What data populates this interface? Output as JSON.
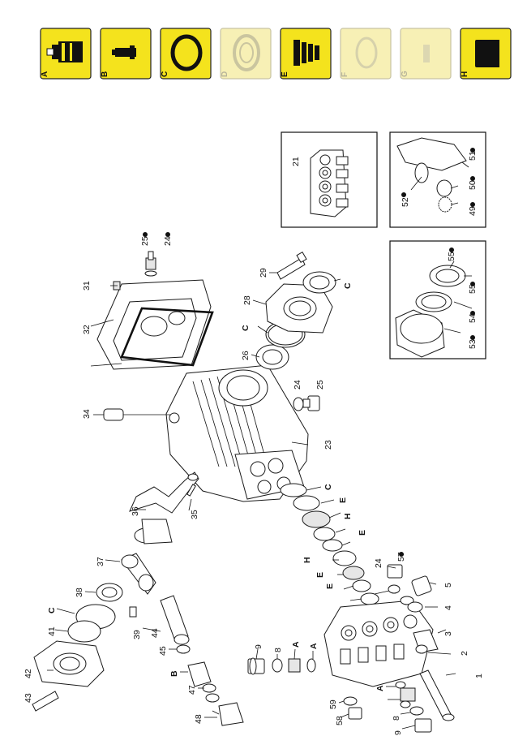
{
  "kits": [
    {
      "letter": "A",
      "active": true,
      "icon": "valve-assembly-icon"
    },
    {
      "letter": "B",
      "active": true,
      "icon": "piston-rod-icon"
    },
    {
      "letter": "C",
      "active": true,
      "icon": "o-ring-icon"
    },
    {
      "letter": "D",
      "active": false,
      "icon": "bearing-icon"
    },
    {
      "letter": "E",
      "active": true,
      "icon": "seal-pack-icon"
    },
    {
      "letter": "F",
      "active": false,
      "icon": "ring-icon"
    },
    {
      "letter": "G",
      "active": false,
      "icon": "pin-icon"
    },
    {
      "letter": "H",
      "active": true,
      "icon": "retainer-icon"
    }
  ],
  "labels": {
    "p1": "1",
    "p2": "2",
    "p3": "3",
    "p4": "4",
    "p5": "5",
    "p8": "8",
    "p8b": "8",
    "p9": "9",
    "p9b": "9",
    "p21": "21",
    "p23": "23",
    "p24": "24",
    "p24b": "24",
    "p24c": "24",
    "p25": "25",
    "p25b": "25",
    "p26": "26",
    "p28": "28",
    "p29": "29",
    "p31": "31",
    "p32": "32",
    "p34": "34",
    "p35": "35",
    "p36": "36",
    "p37": "37",
    "p38": "38",
    "p39": "39",
    "p41": "41",
    "p42": "42",
    "p43": "43",
    "p44": "44",
    "p45": "45",
    "p47": "47",
    "p48": "48",
    "p49": "49",
    "p50": "50",
    "p51": "51",
    "p52": "52",
    "p53": "53",
    "p54": "54",
    "p55": "55",
    "p55b": "55",
    "p55c": "55",
    "p57": "57",
    "p58": "58",
    "p59": "59",
    "kC1": "C",
    "kC2": "C",
    "kC3": "C",
    "kC4": "C",
    "kE1": "E",
    "kE2": "E",
    "kE3": "E",
    "kE4": "E",
    "kH1": "H",
    "kH2": "H",
    "kA1": "A",
    "kA2": "A",
    "kA3": "A",
    "kB1": "B"
  }
}
